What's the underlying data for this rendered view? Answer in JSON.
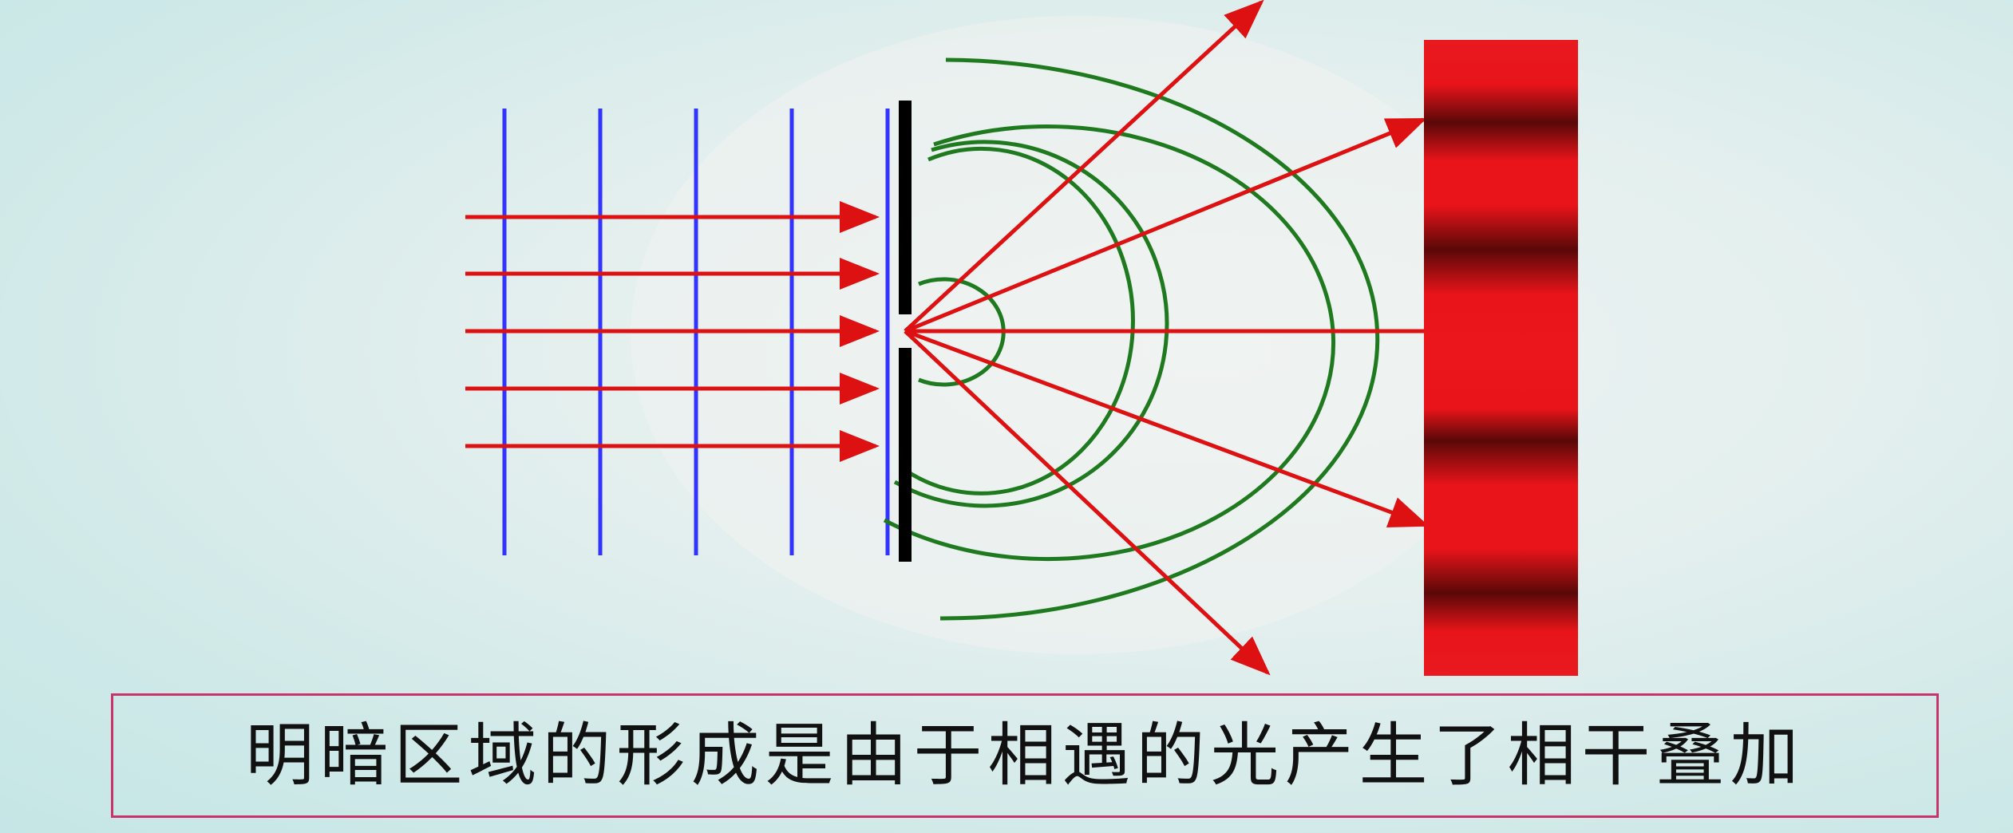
{
  "caption": "明暗区域的形成是由于相遇的光产生了相干叠加",
  "colors": {
    "wavefront": "#3333ff",
    "ray": "#dd1111",
    "arc": "#1f7a1f",
    "slit_barrier": "#000000",
    "screen_bright": "#e8141a",
    "screen_dark": "#5a0808",
    "caption_border": "#c8336a"
  },
  "icons": {
    "slit": "single-slit-barrier",
    "screen": "interference-pattern-screen"
  }
}
